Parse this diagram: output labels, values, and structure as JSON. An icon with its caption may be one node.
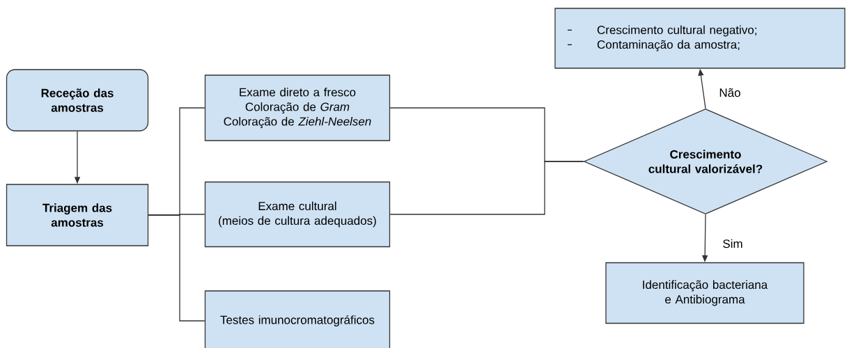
{
  "diagram": {
    "nodes": [
      {
        "text": [
          "Receção das amostras"
        ]
      },
      {
        "text": [
          "Triagem das amostras"
        ]
      },
      {
        "text": [
          "Exame direto a fresco",
          "Coloração de *Gram*",
          "Coloração de *Ziehl-Neelsen*"
        ]
      },
      {
        "text": [
          "Exame cultural",
          "(meios de cultura adequados)"
        ]
      },
      {
        "text": [
          "Testes imunocromatográficos"
        ]
      },
      {
        "text": [
          "Crescimento cultural negativo;",
          "Contaminação da amostra;"
        ]
      },
      {
        "text": [
          "Crescimento cultural valorizável?"
        ]
      },
      {
        "text": [
          "Identificação bacteriana e Antibiograma"
        ]
      }
    ],
    "edges": [
      {
        "from": 0,
        "to": 1,
        "arrow": "to"
      },
      {
        "from": 1,
        "to": 2,
        "arrow": "none"
      },
      {
        "from": 1,
        "to": 3,
        "arrow": "none"
      },
      {
        "from": 1,
        "to": 4,
        "arrow": "none"
      },
      {
        "from": 2,
        "to": 6,
        "arrow": "none"
      },
      {
        "from": 3,
        "to": 6,
        "arrow": "none"
      },
      {
        "from": 6,
        "to": 5,
        "arrow": "to",
        "label": "Não"
      },
      {
        "from": 6,
        "to": 7,
        "arrow": "to",
        "label": "Sim"
      }
    ]
  }
}
